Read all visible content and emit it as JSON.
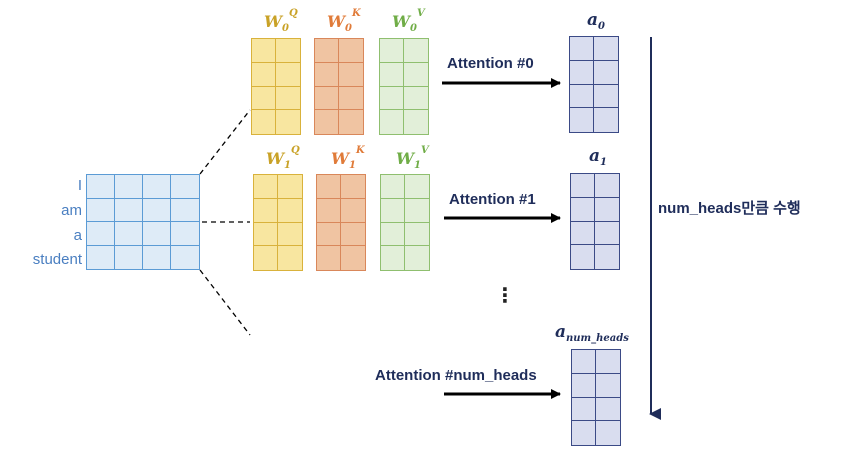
{
  "input_words": [
    "I",
    "am",
    "a",
    "student"
  ],
  "weights": [
    {
      "head_index": "0",
      "q": "W",
      "q_sup": "Q",
      "k": "W",
      "k_sup": "K",
      "v": "W",
      "v_sup": "V"
    },
    {
      "head_index": "1",
      "q": "W",
      "q_sup": "Q",
      "k": "W",
      "k_sup": "K",
      "v": "W",
      "v_sup": "V"
    }
  ],
  "attention_labels": [
    "Attention #0",
    "Attention #1",
    "Attention #num_heads"
  ],
  "outputs": [
    {
      "base": "a",
      "sub": "0"
    },
    {
      "base": "a",
      "sub": "1"
    },
    {
      "base": "a",
      "sub": "num_heads"
    }
  ],
  "ellipsis": "⋮",
  "repeat_label": "num_heads만큼 수행",
  "colors": {
    "input_fill": "#deebf7",
    "input_border": "#5b9bd5",
    "input_text": "#4a7fc1",
    "q_fill": "#f8e6a0",
    "q_border": "#d9b23b",
    "q_label": "#c9a227",
    "k_fill": "#f0c4a2",
    "k_border": "#d9875a",
    "k_label": "#e07b39",
    "v_fill": "#e2efd9",
    "v_border": "#8fbf6f",
    "v_label": "#70ad47",
    "out_fill": "#d9ddef",
    "out_border": "#3b4a86",
    "navy": "#1f2d5a"
  }
}
